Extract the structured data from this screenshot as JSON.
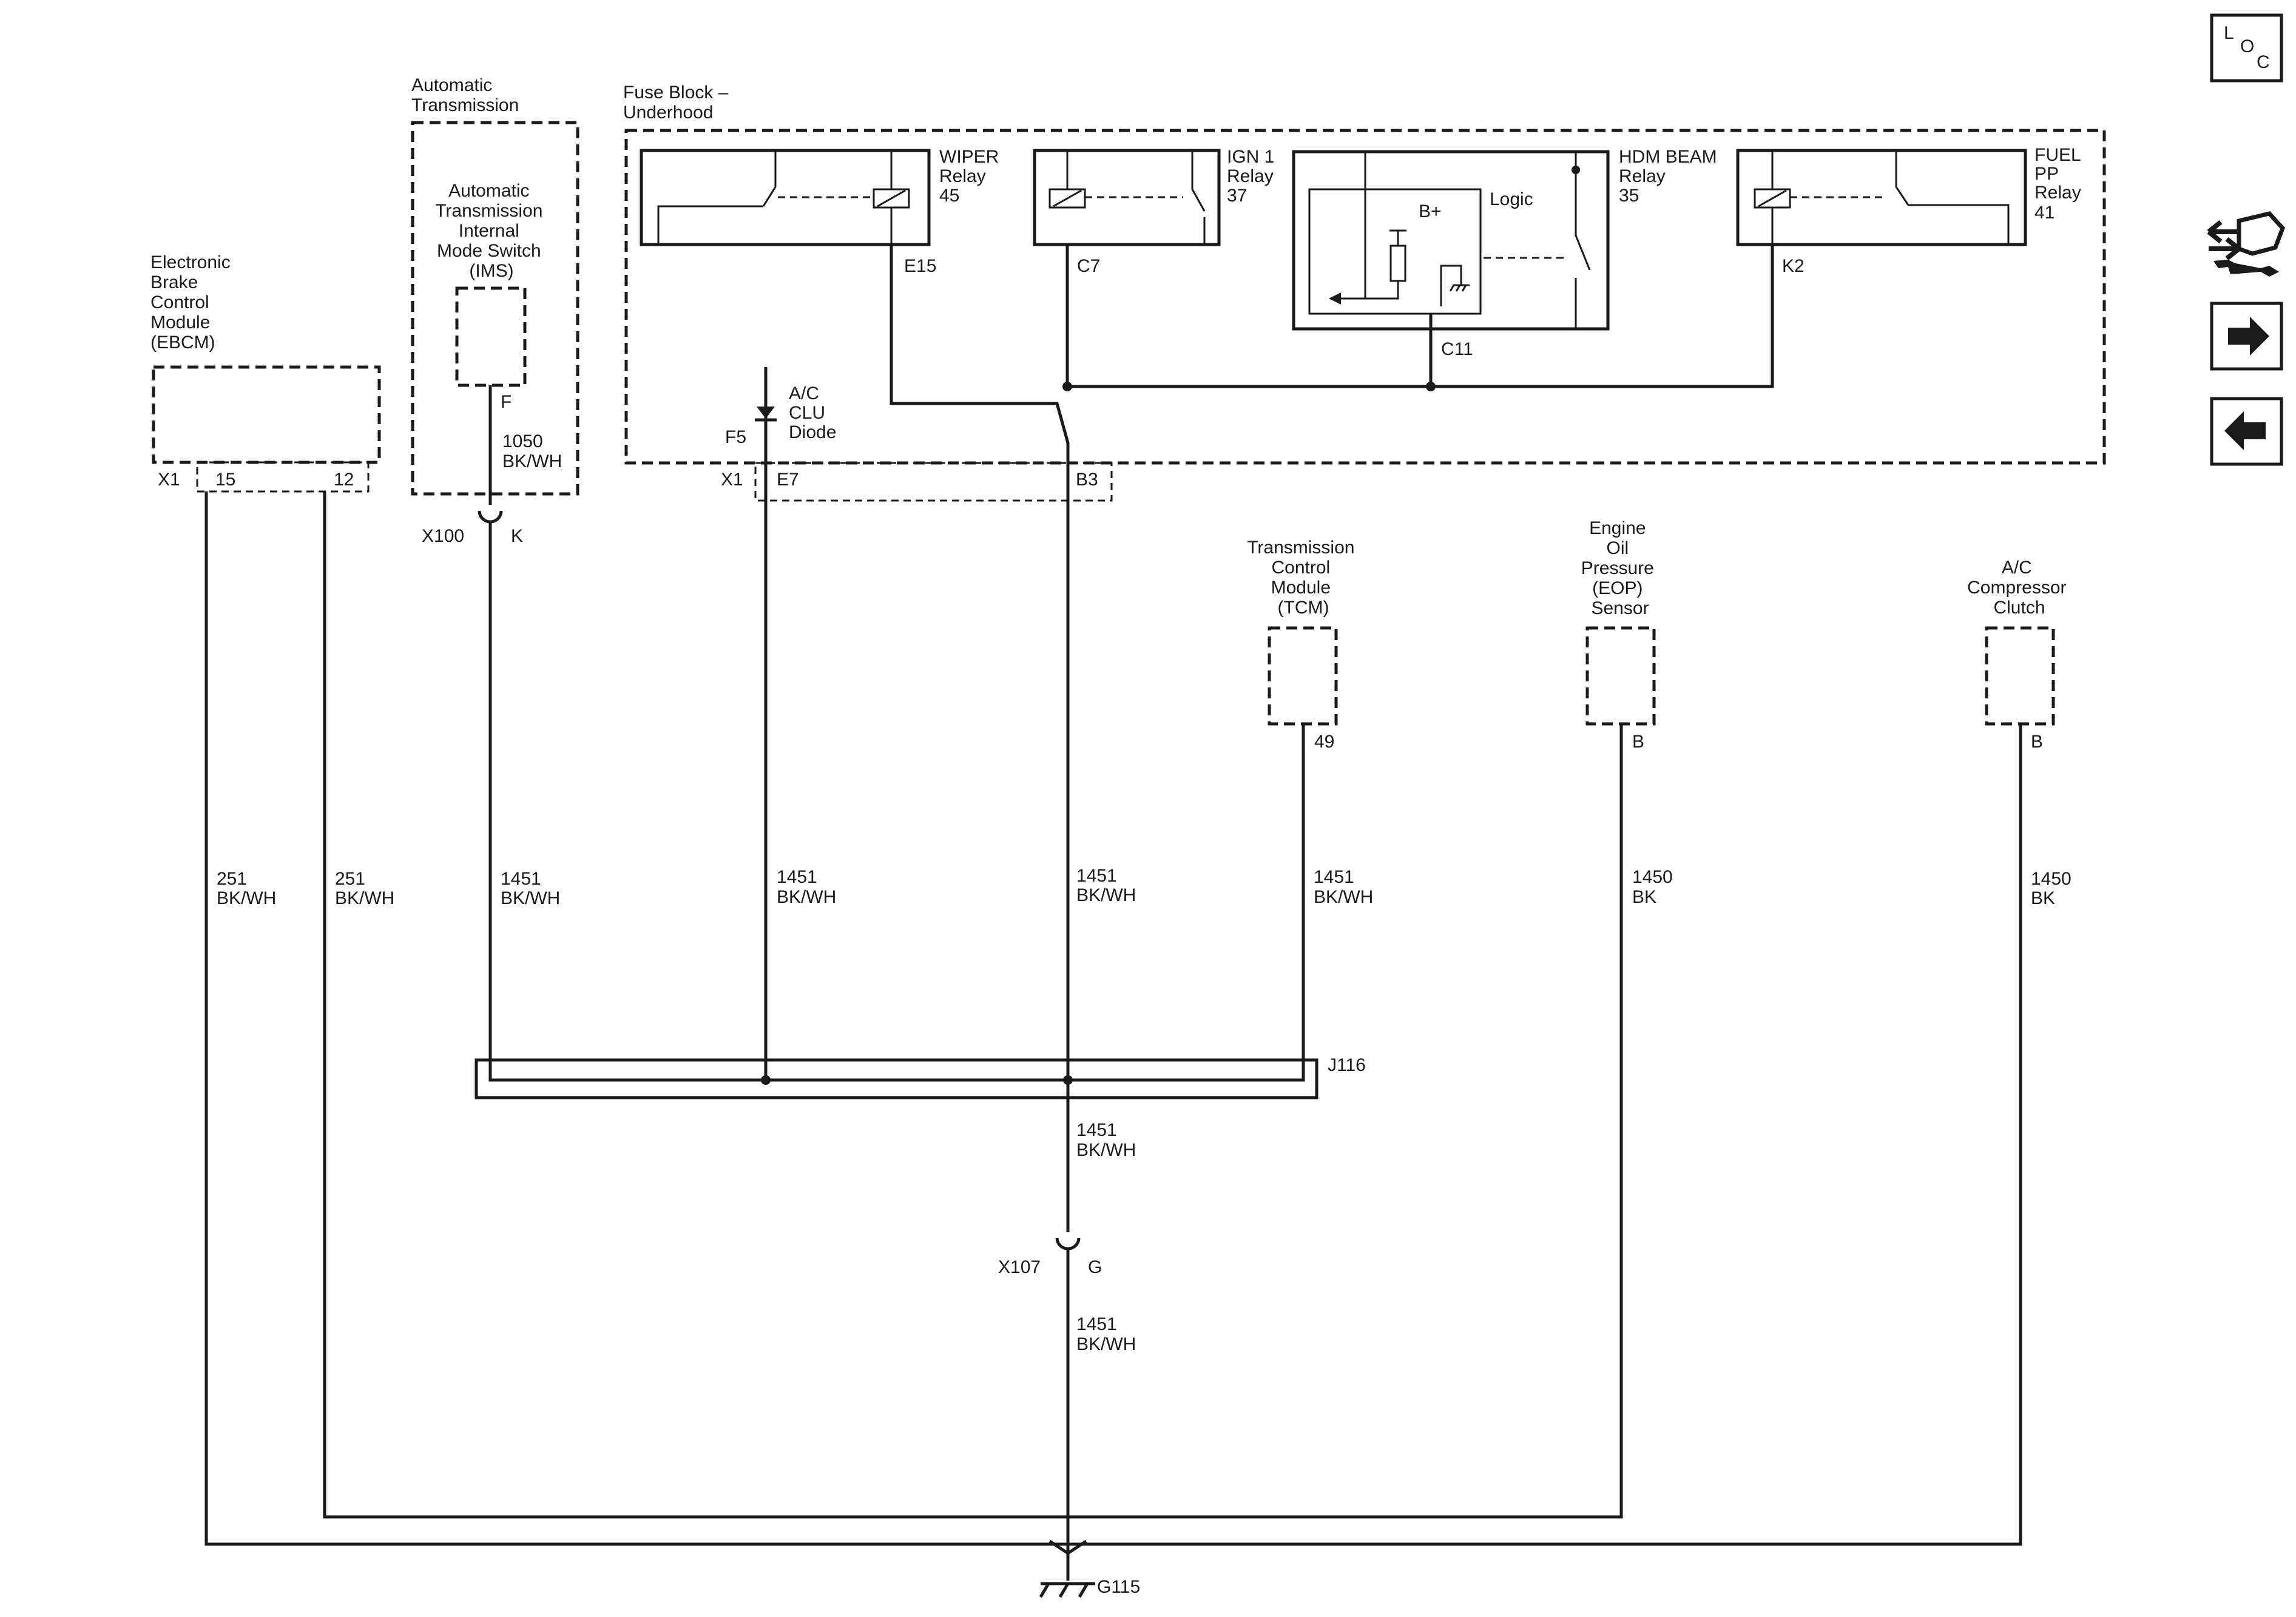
{
  "nav": {
    "loc": [
      "L",
      "O",
      "C"
    ]
  },
  "ebcm": {
    "label": [
      "Electronic",
      "Brake",
      "Control",
      "Module",
      "(EBCM)"
    ],
    "connector": "X1",
    "pins": [
      "15",
      "12"
    ],
    "wires": [
      {
        "circuit": "251",
        "color": "BK/WH"
      },
      {
        "circuit": "251",
        "color": "BK/WH"
      }
    ]
  },
  "ims": {
    "group_label": [
      "Automatic",
      "Transmission"
    ],
    "label": [
      "Automatic",
      "Transmission",
      "Internal",
      "Mode Switch",
      "(IMS)"
    ],
    "pin": "F",
    "upper_wire": {
      "circuit": "1050",
      "color": "BK/WH"
    },
    "inline_connector": "X100",
    "inline_pin": "K",
    "lower_wire": {
      "circuit": "1451",
      "color": "BK/WH"
    }
  },
  "fuse_block": {
    "label": [
      "Fuse Block –",
      "Underhood"
    ],
    "relays": [
      {
        "name": [
          "WIPER",
          "Relay",
          "45"
        ],
        "pin": "E15"
      },
      {
        "name": [
          "IGN 1",
          "Relay",
          "37"
        ],
        "pin": "C7"
      },
      {
        "name": [
          "HDM BEAM",
          "Relay",
          "35"
        ],
        "pin": "C11",
        "inner": [
          "B+",
          "Logic"
        ]
      },
      {
        "name": [
          "FUEL",
          "PP",
          "Relay",
          "41"
        ],
        "pin": "K2"
      }
    ],
    "diode": {
      "label": [
        "A/C",
        "CLU",
        "Diode"
      ],
      "pin": "F5"
    },
    "connector": "X1",
    "pins": [
      "E7",
      "B3"
    ],
    "wires": [
      {
        "circuit": "1451",
        "color": "BK/WH"
      },
      {
        "circuit": "1451",
        "color": "BK/WH"
      }
    ]
  },
  "tcm": {
    "label": [
      "Transmission",
      "Control",
      "Module",
      "(TCM)"
    ],
    "pin": "49",
    "wire": {
      "circuit": "1451",
      "color": "BK/WH"
    }
  },
  "eop": {
    "label": [
      "Engine",
      "Oil",
      "Pressure",
      "(EOP)",
      "Sensor"
    ],
    "pin": "B",
    "wire": {
      "circuit": "1450",
      "color": "BK"
    }
  },
  "ac_clutch": {
    "label": [
      "A/C",
      "Compressor",
      "Clutch"
    ],
    "pin": "B",
    "wire": {
      "circuit": "1450",
      "color": "BK"
    }
  },
  "splice": {
    "name": "J116",
    "out_wire": {
      "circuit": "1451",
      "color": "BK/WH"
    }
  },
  "inline_x107": {
    "connector": "X107",
    "pin": "G",
    "wire": {
      "circuit": "1451",
      "color": "BK/WH"
    }
  },
  "ground": {
    "name": "G115"
  }
}
